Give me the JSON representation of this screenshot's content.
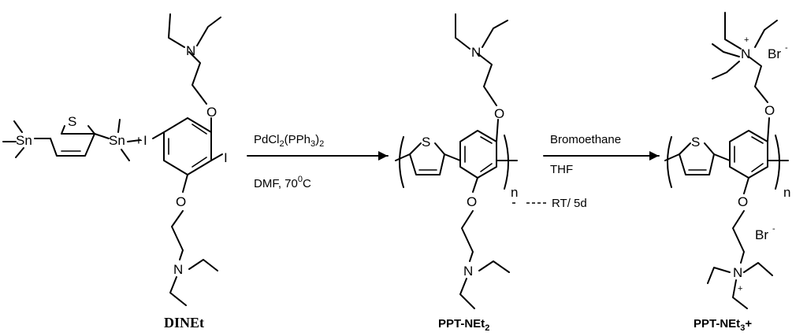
{
  "atoms": {
    "sn": "Sn",
    "s": "S",
    "i": "I",
    "o": "O",
    "n": "N",
    "br": "Br",
    "minus": "-",
    "plus": "+",
    "repeat": "n"
  },
  "reactants": {
    "plus_sign": "+"
  },
  "step1": {
    "catalyst_main": "PdCl",
    "catalyst_sub1": "2",
    "catalyst_mid": "(PPh",
    "catalyst_sub2": "3",
    "catalyst_end": ")",
    "catalyst_sub3": "2",
    "solvent_temp": "DMF, 70",
    "temp_sup": "0",
    "temp_unit": "C"
  },
  "step2": {
    "reagent": "Bromoethane",
    "solvent": "THF",
    "time": "RT/ 5d"
  },
  "labels": {
    "monomer": "DINEt",
    "polymer1_main": "PPT-NEt",
    "polymer1_sub": "2",
    "polymer2_main": "PPT-NEt",
    "polymer2_sub": "3",
    "polymer2_sup": "+"
  }
}
